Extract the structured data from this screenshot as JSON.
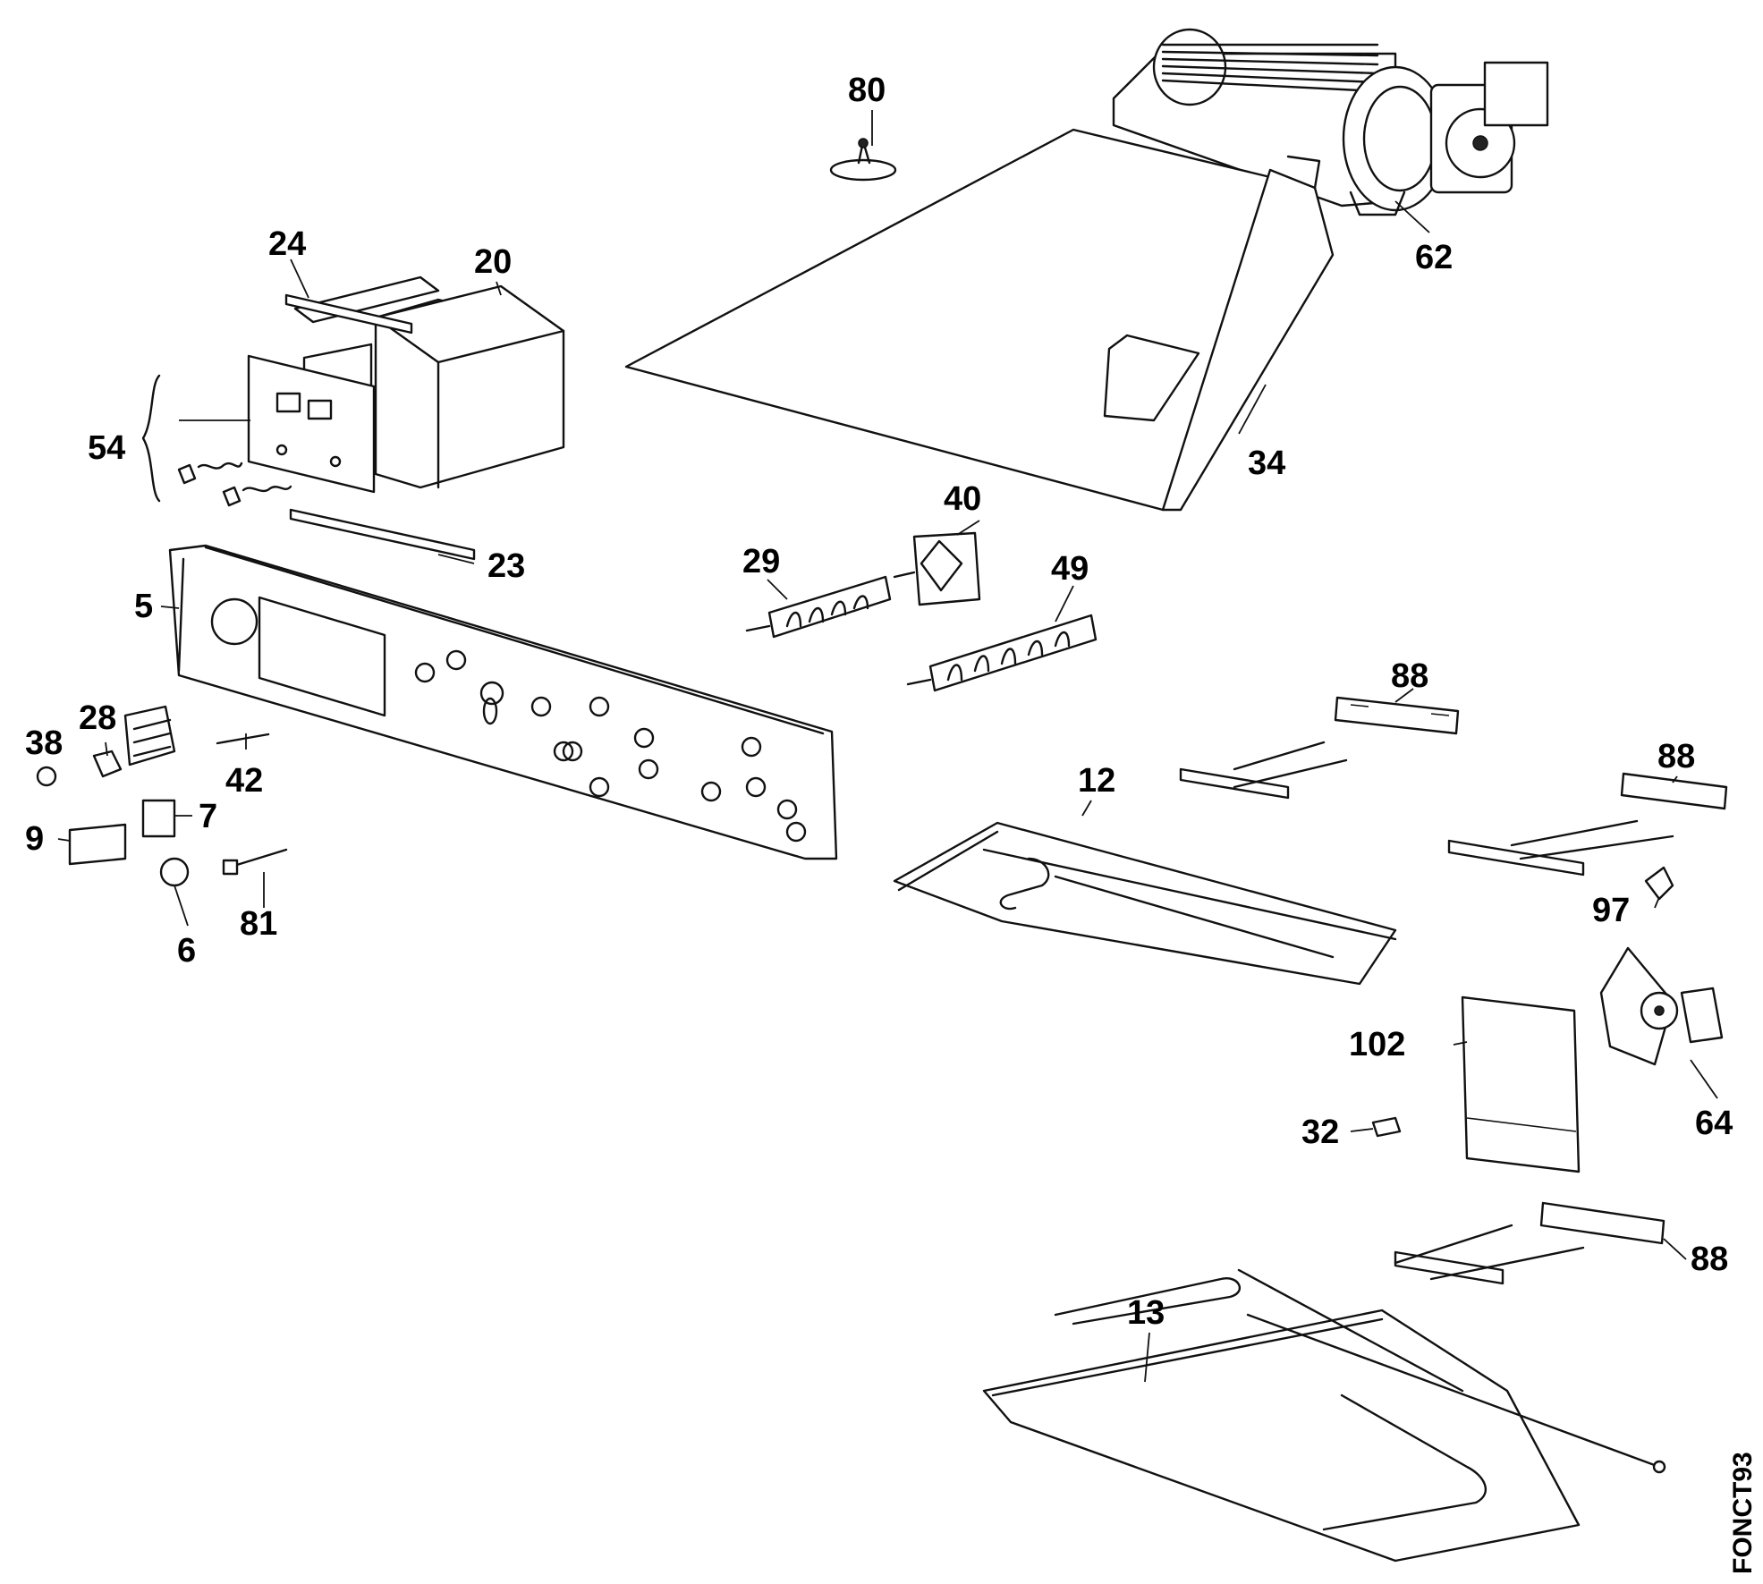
{
  "diagram": {
    "type": "exploded-parts-view",
    "code": "FONCT93",
    "labels": [
      {
        "key": "p80",
        "text": "80"
      },
      {
        "key": "p62",
        "text": "62"
      },
      {
        "key": "p24",
        "text": "24"
      },
      {
        "key": "p20",
        "text": "20"
      },
      {
        "key": "p54",
        "text": "54"
      },
      {
        "key": "p34",
        "text": "34"
      },
      {
        "key": "p23",
        "text": "23"
      },
      {
        "key": "p40",
        "text": "40"
      },
      {
        "key": "p29",
        "text": "29"
      },
      {
        "key": "p49",
        "text": "49"
      },
      {
        "key": "p5",
        "text": "5"
      },
      {
        "key": "p88a",
        "text": "88"
      },
      {
        "key": "p28",
        "text": "28"
      },
      {
        "key": "p38",
        "text": "38"
      },
      {
        "key": "p42",
        "text": "42"
      },
      {
        "key": "p12",
        "text": "12"
      },
      {
        "key": "p88b",
        "text": "88"
      },
      {
        "key": "p7",
        "text": "7"
      },
      {
        "key": "p9",
        "text": "9"
      },
      {
        "key": "p97",
        "text": "97"
      },
      {
        "key": "p81",
        "text": "81"
      },
      {
        "key": "p6",
        "text": "6"
      },
      {
        "key": "p102",
        "text": "102"
      },
      {
        "key": "p64",
        "text": "64"
      },
      {
        "key": "p32",
        "text": "32"
      },
      {
        "key": "p88c",
        "text": "88"
      },
      {
        "key": "p13",
        "text": "13"
      }
    ]
  }
}
